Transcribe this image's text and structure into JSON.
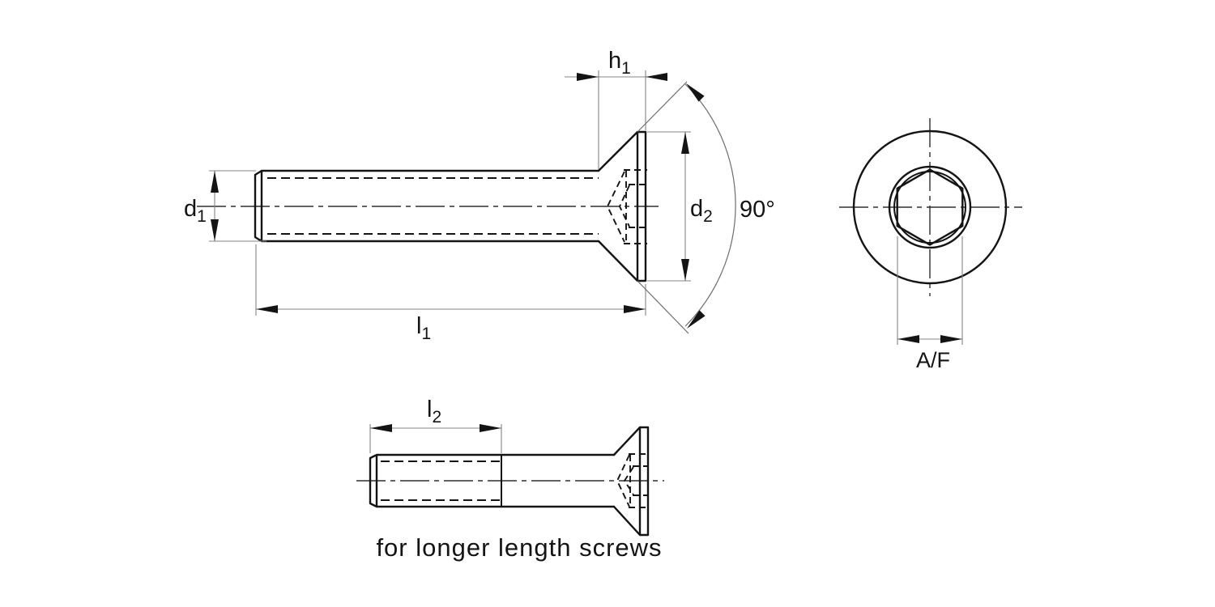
{
  "colors": {
    "background": "#ffffff",
    "outline": "#141414",
    "dimension_line": "#848484"
  },
  "labels": {
    "h1": {
      "base": "h",
      "sub": "1"
    },
    "d1": {
      "base": "d",
      "sub": "1"
    },
    "d2": {
      "base": "d",
      "sub": "2"
    },
    "l1": {
      "base": "l",
      "sub": "1"
    },
    "l2": {
      "base": "l",
      "sub": "2"
    },
    "angle": "90°",
    "across_flats": "A/F",
    "caption": "for longer length screws"
  }
}
